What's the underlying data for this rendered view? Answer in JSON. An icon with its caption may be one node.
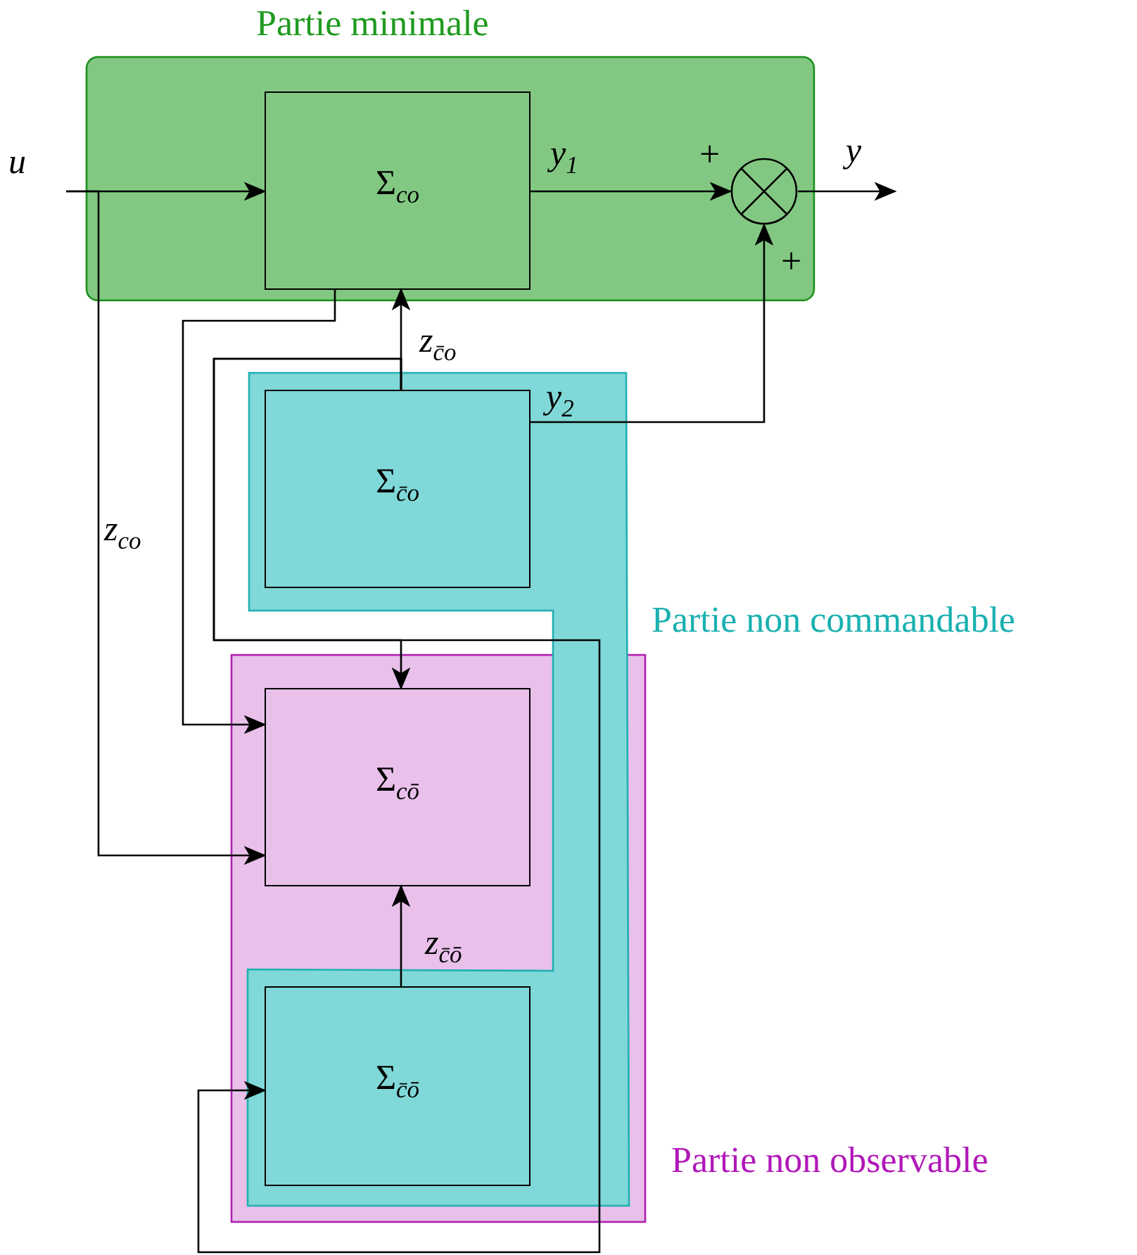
{
  "diagram": {
    "nodes": [
      {
        "text": [
          "Partie minimale"
        ]
      },
      {
        "text": [
          "Σ$_{co}$"
        ],
        "in": 0
      },
      {
        "text": [],
        "shape": "circle",
        "in": 0,
        "beside": [
          "+",
          "+"
        ]
      },
      {
        "text": [
          "Partie non commandable"
        ]
      },
      {
        "text": [
          "Σ$_{c̄o}$"
        ],
        "in": 3
      },
      {
        "text": [
          "Partie non observable"
        ]
      },
      {
        "text": [
          "Σ$_{cō}$"
        ],
        "in": 5
      },
      {
        "text": [
          "Σ$_{c̄ō}$"
        ],
        "in": 5
      }
    ],
    "edges": [
      {
        "from": null,
        "to": 1,
        "arrow": "to",
        "label": "u"
      },
      {
        "from": 1,
        "to": 2,
        "arrow": "to",
        "label": "y$_{1}$"
      },
      {
        "from": 2,
        "to": null,
        "arrow": "to",
        "label": "y"
      },
      {
        "from": 4,
        "to": 2,
        "arrow": "to",
        "label": "y$_{2}$"
      },
      {
        "from": null,
        "to": 6,
        "arrow": "to",
        "label": "z$_{co}$"
      },
      {
        "from": 1,
        "to": 6,
        "arrow": "to"
      },
      {
        "from": 4,
        "to": 1,
        "arrow": "to",
        "label": "z$_{c̄o}$"
      },
      {
        "from": 4,
        "to": 6,
        "arrow": "to"
      },
      {
        "from": 4,
        "to": 7,
        "arrow": "to"
      },
      {
        "from": 7,
        "to": 6,
        "arrow": "to",
        "label": "z$_{c̄ō}$"
      }
    ]
  }
}
